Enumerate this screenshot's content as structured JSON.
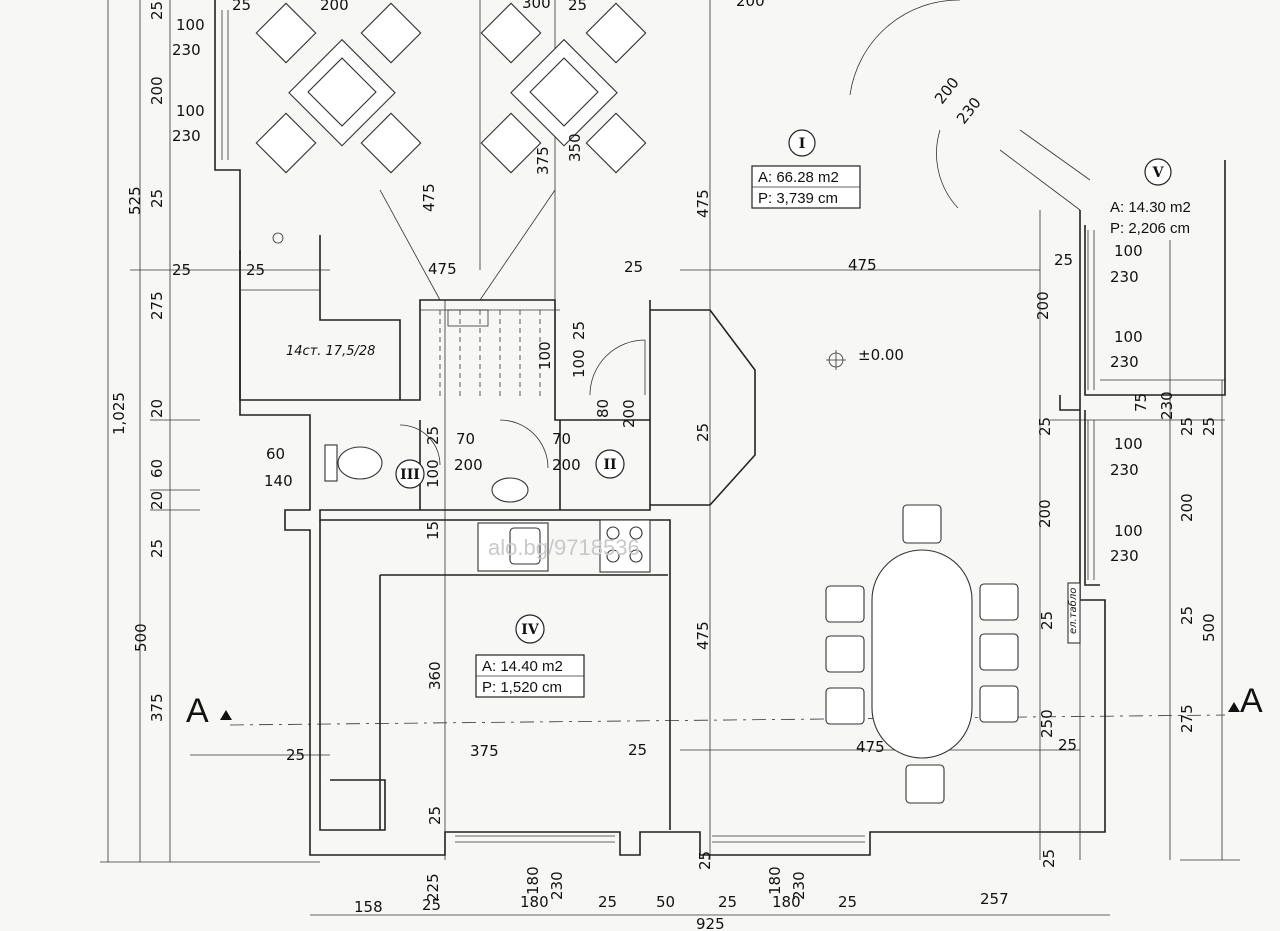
{
  "rooms": {
    "r1": {
      "id": "I",
      "area": "A: 66.28 m2",
      "perimeter": "P: 3,739 cm"
    },
    "r2": {
      "id": "II"
    },
    "r3": {
      "id": "III"
    },
    "r4": {
      "id": "IV",
      "area": "A: 14.40 m2",
      "perimeter": "P: 1,520 cm"
    },
    "r5": {
      "id": "V",
      "area": "A: 14.30 m2",
      "perimeter": "P: 2,206 cm"
    }
  },
  "level": "±0.00",
  "stair_note": "14ст. 17,5/28",
  "panel_note": "ел.табло",
  "section_left": "A",
  "section_right": "A",
  "watermark": "alo.bg/9718536",
  "dims": {
    "t25a": "25",
    "t200a": "200",
    "t300": "300",
    "t25b": "25",
    "t200b": "200",
    "w100a": "100",
    "w230a": "230",
    "w100b": "100",
    "w230b": "230",
    "d200v": "200",
    "d230v": "230",
    "l25a": "25",
    "l200": "200",
    "l525": "525",
    "l25b": "25",
    "l275": "275",
    "l1025": "1,025",
    "l20a": "20",
    "l60": "60",
    "l20b": "20",
    "l25c": "25",
    "l500": "500",
    "l375": "375",
    "m475a": "475",
    "m375": "375",
    "m350": "350",
    "m475b": "475",
    "h25a": "25",
    "h25b": "25",
    "h475a": "475",
    "h25c": "25",
    "h475b": "475",
    "s25": "25",
    "s100a": "100",
    "s100b": "100",
    "s80": "80",
    "s200": "200",
    "b25": "25",
    "b70a": "70",
    "b200a": "200",
    "b70b": "70",
    "b200b": "200",
    "b100": "100",
    "b60": "60",
    "b140": "140",
    "b15": "15",
    "b25r": "25",
    "k360": "360",
    "k475": "475",
    "k25": "25",
    "r25a": "25",
    "r100a": "100",
    "r230a": "230",
    "r200a": "200",
    "r100b": "100",
    "r230b": "230",
    "r75": "75",
    "r230c": "230",
    "r25b": "25",
    "r25c": "25",
    "r25d": "25",
    "r100c": "100",
    "r230d": "230",
    "r200b": "200",
    "r200c": "200",
    "r100d": "100",
    "r230e": "230",
    "r25e": "25",
    "r25f": "25",
    "r500": "500",
    "r250": "250",
    "r275": "275",
    "r25g": "25",
    "g25a": "25",
    "g375": "375",
    "g25b": "25",
    "g475": "475",
    "g25c": "25",
    "g25d": "25",
    "g25e": "25",
    "f180a": "180",
    "f230a": "230",
    "f180b": "180",
    "f230b": "230",
    "f25": "25",
    "q158": "158",
    "q25a": "25",
    "q180a": "180",
    "q25b": "25",
    "q50": "50",
    "q25c": "25",
    "q180b": "180",
    "q25d": "25",
    "q257": "257",
    "q925": "925",
    "q225": "225"
  }
}
